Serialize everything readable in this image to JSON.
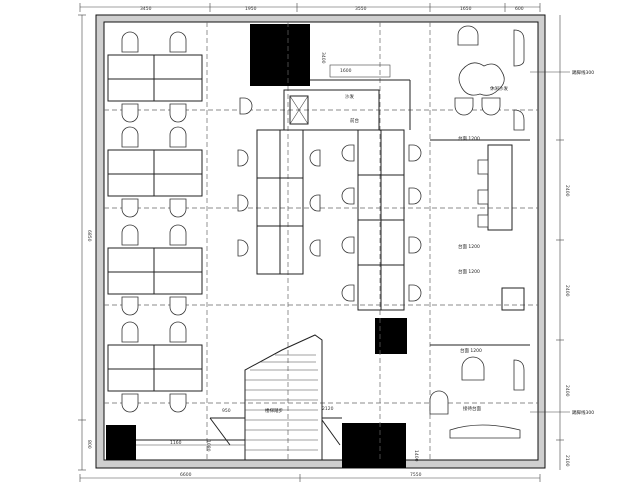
{
  "dimensions": {
    "top": [
      "3450",
      "1950",
      "3550",
      "1650",
      "600"
    ],
    "left": [
      "6850",
      "800"
    ],
    "right": [
      "2400",
      "2400",
      "2400",
      "2100"
    ],
    "bottom": [
      "6600",
      "7550"
    ],
    "inner": [
      "1600",
      "3400",
      "950",
      "2120",
      "1160",
      "1080",
      "1400"
    ]
  },
  "labels": {
    "sofa": "沙发",
    "stair_note": "楼梯踏步",
    "counter": "前台",
    "seat_note_1": "休闲沙发",
    "seat_note_2": "接待台面",
    "side_note_1": "台面 1200",
    "side_note_2": "台面 1200",
    "side_note_3": "台面 1200",
    "side_note_4": "台面 1200",
    "right_tag_1": "踢脚线300",
    "right_tag_2": "踢脚线300"
  }
}
